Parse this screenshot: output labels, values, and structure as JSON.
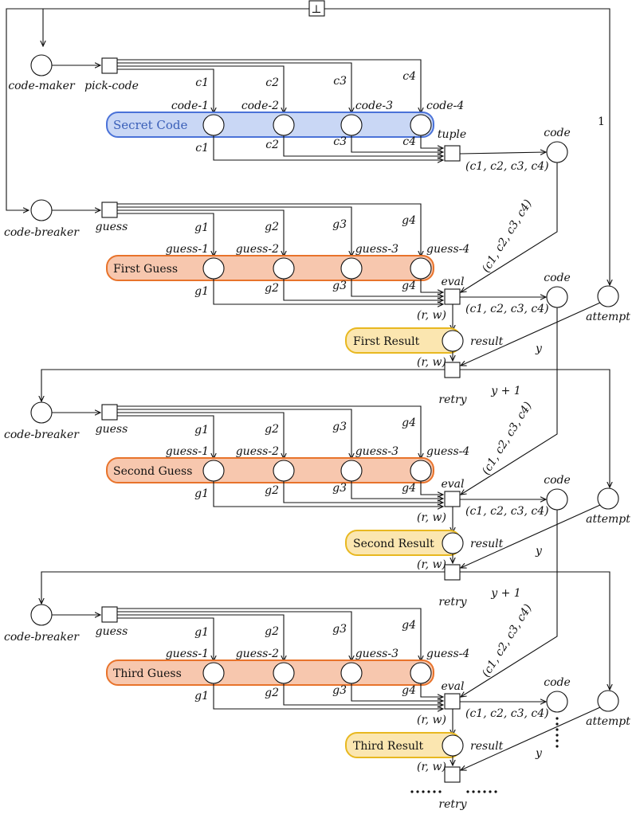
{
  "start": {
    "label": "⊥"
  },
  "maker": {
    "place": "code-maker",
    "transition": "pick-code",
    "arc_labels": [
      "c1",
      "c2",
      "c3",
      "c4"
    ],
    "places": [
      "code-1",
      "code-2",
      "code-3",
      "code-4"
    ],
    "group_label": "Secret Code",
    "out_labels": [
      "c1",
      "c2",
      "c3",
      "c4"
    ],
    "tuple_transition": "tuple",
    "tuple_out": "(c1, c2, c3, c4)",
    "code_place": "code",
    "one_label": "1"
  },
  "rounds": [
    {
      "breaker": "code-breaker",
      "guess_transition": "guess",
      "arc_labels": [
        "g1",
        "g2",
        "g3",
        "g4"
      ],
      "places": [
        "guess-1",
        "guess-2",
        "guess-3",
        "guess-4"
      ],
      "group_label": "First Guess",
      "out_labels": [
        "g1",
        "g2",
        "g3",
        "g4"
      ],
      "code_in": "(c1, c2, c3, c4)",
      "eval": "eval",
      "code_out": "(c1, c2, c3, c4)",
      "code_place": "code",
      "attempt": "attempt",
      "rw_in": "(r, w)",
      "result_group": "First Result",
      "result_place": "result",
      "rw_out": "(r, w)",
      "y": "y",
      "retry": "retry",
      "y1": "y + 1"
    },
    {
      "breaker": "code-breaker",
      "guess_transition": "guess",
      "arc_labels": [
        "g1",
        "g2",
        "g3",
        "g4"
      ],
      "places": [
        "guess-1",
        "guess-2",
        "guess-3",
        "guess-4"
      ],
      "group_label": "Second Guess",
      "out_labels": [
        "g1",
        "g2",
        "g3",
        "g4"
      ],
      "code_in": "(c1, c2, c3, c4)",
      "eval": "eval",
      "code_out": "(c1, c2, c3, c4)",
      "code_place": "code",
      "attempt": "attempt",
      "rw_in": "(r, w)",
      "result_group": "Second Result",
      "result_place": "result",
      "rw_out": "(r, w)",
      "y": "y",
      "retry": "retry",
      "y1": "y + 1"
    },
    {
      "breaker": "code-breaker",
      "guess_transition": "guess",
      "arc_labels": [
        "g1",
        "g2",
        "g3",
        "g4"
      ],
      "places": [
        "guess-1",
        "guess-2",
        "guess-3",
        "guess-4"
      ],
      "group_label": "Third Guess",
      "out_labels": [
        "g1",
        "g2",
        "g3",
        "g4"
      ],
      "code_in": "(c1, c2, c3, c4)",
      "eval": "eval",
      "code_out": "(c1, c2, c3, c4)",
      "code_place": "code",
      "attempt": "attempt",
      "rw_in": "(r, w)",
      "result_group": "Third Result",
      "result_place": "result",
      "rw_out": "(r, w)",
      "y": "y",
      "retry": "retry",
      "y1": ""
    }
  ],
  "colors": {
    "secret_fill": "#c9d7f5",
    "secret_stroke": "#4a72d8",
    "secret_text": "#3a5fb8",
    "guess_fill": "#f7c7ae",
    "guess_stroke": "#e8732b",
    "guess_text": "#b04a1a",
    "result_fill": "#fbe6b0",
    "result_stroke": "#e8b820",
    "result_text": "#8a6a10"
  }
}
